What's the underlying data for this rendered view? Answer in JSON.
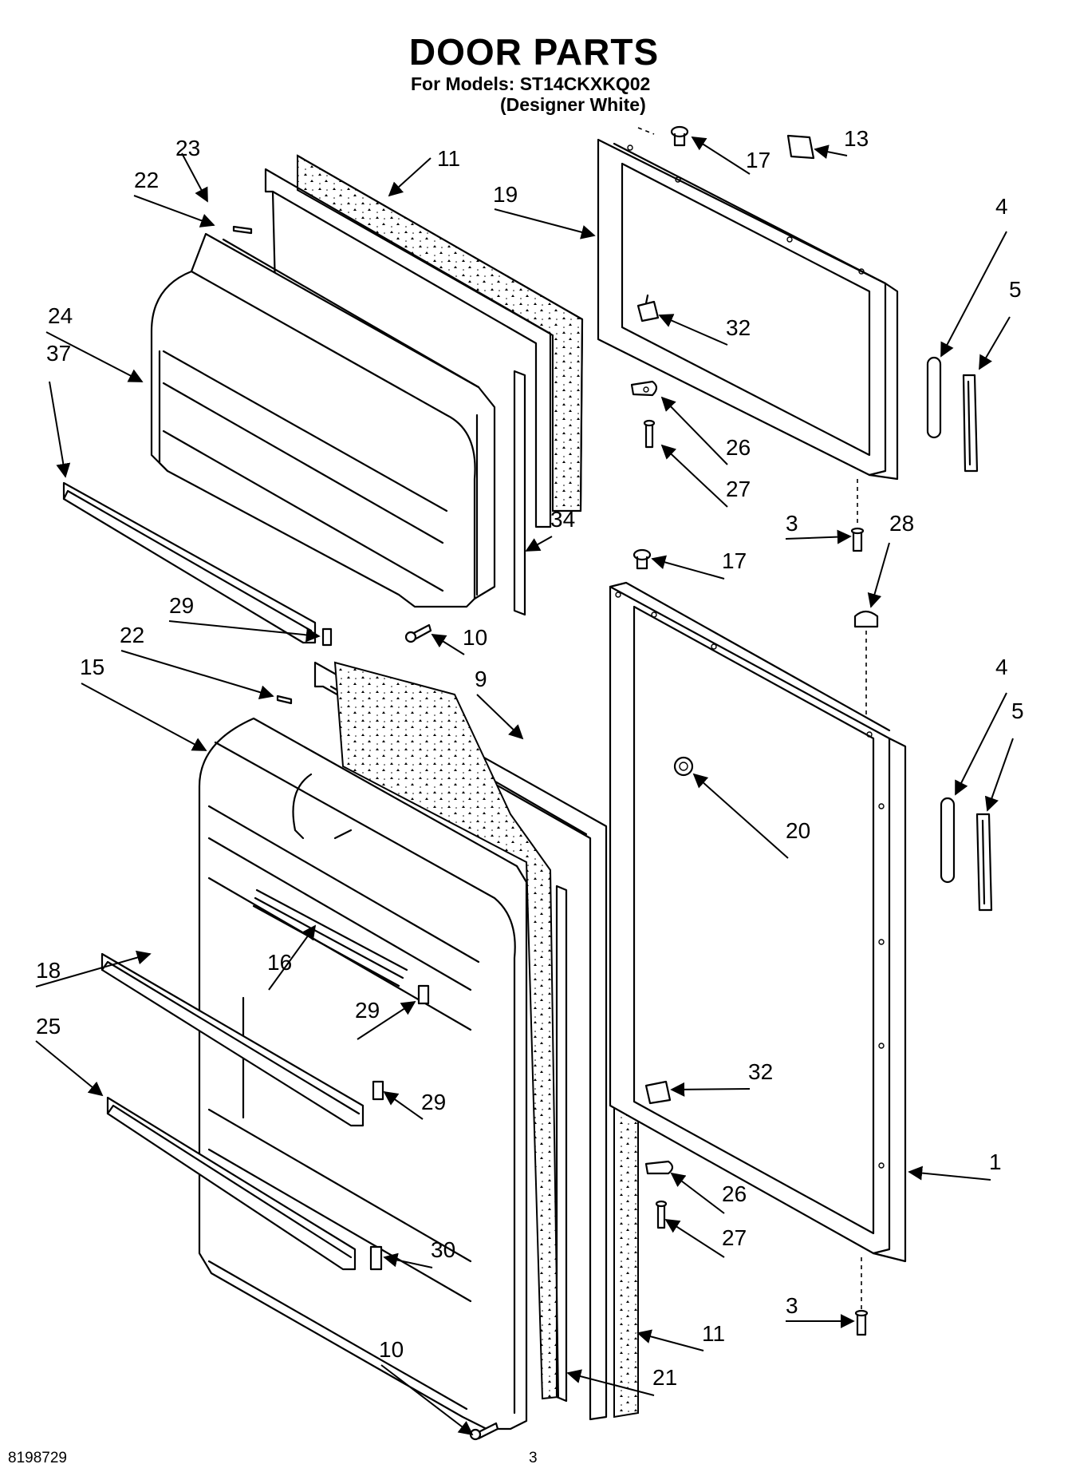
{
  "header": {
    "title": "DOOR PARTS",
    "models_line": "For Models: ST14CKXKQ02",
    "variant_line": "(Designer White)"
  },
  "footer": {
    "doc_number": "8198729",
    "page_number": "3"
  },
  "callouts": [
    {
      "id": "c-11a",
      "label": "11"
    },
    {
      "id": "c-23",
      "label": "23"
    },
    {
      "id": "c-22a",
      "label": "22"
    },
    {
      "id": "c-17a",
      "label": "17"
    },
    {
      "id": "c-13",
      "label": "13"
    },
    {
      "id": "c-19",
      "label": "19"
    },
    {
      "id": "c-4a",
      "label": "4"
    },
    {
      "id": "c-5a",
      "label": "5"
    },
    {
      "id": "c-24",
      "label": "24"
    },
    {
      "id": "c-37",
      "label": "37"
    },
    {
      "id": "c-32a",
      "label": "32"
    },
    {
      "id": "c-26a",
      "label": "26"
    },
    {
      "id": "c-27a",
      "label": "27"
    },
    {
      "id": "c-34",
      "label": "34"
    },
    {
      "id": "c-3a",
      "label": "3"
    },
    {
      "id": "c-28",
      "label": "28"
    },
    {
      "id": "c-17b",
      "label": "17"
    },
    {
      "id": "c-29a",
      "label": "29"
    },
    {
      "id": "c-10a",
      "label": "10"
    },
    {
      "id": "c-22b",
      "label": "22"
    },
    {
      "id": "c-9",
      "label": "9"
    },
    {
      "id": "c-15",
      "label": "15"
    },
    {
      "id": "c-4b",
      "label": "4"
    },
    {
      "id": "c-5b",
      "label": "5"
    },
    {
      "id": "c-20",
      "label": "20"
    },
    {
      "id": "c-18",
      "label": "18"
    },
    {
      "id": "c-16",
      "label": "16"
    },
    {
      "id": "c-29b",
      "label": "29"
    },
    {
      "id": "c-25",
      "label": "25"
    },
    {
      "id": "c-29c",
      "label": "29"
    },
    {
      "id": "c-32b",
      "label": "32"
    },
    {
      "id": "c-1",
      "label": "1"
    },
    {
      "id": "c-26b",
      "label": "26"
    },
    {
      "id": "c-27b",
      "label": "27"
    },
    {
      "id": "c-30",
      "label": "30"
    },
    {
      "id": "c-3b",
      "label": "3"
    },
    {
      "id": "c-11b",
      "label": "11"
    },
    {
      "id": "c-10b",
      "label": "10"
    },
    {
      "id": "c-21",
      "label": "21"
    }
  ]
}
